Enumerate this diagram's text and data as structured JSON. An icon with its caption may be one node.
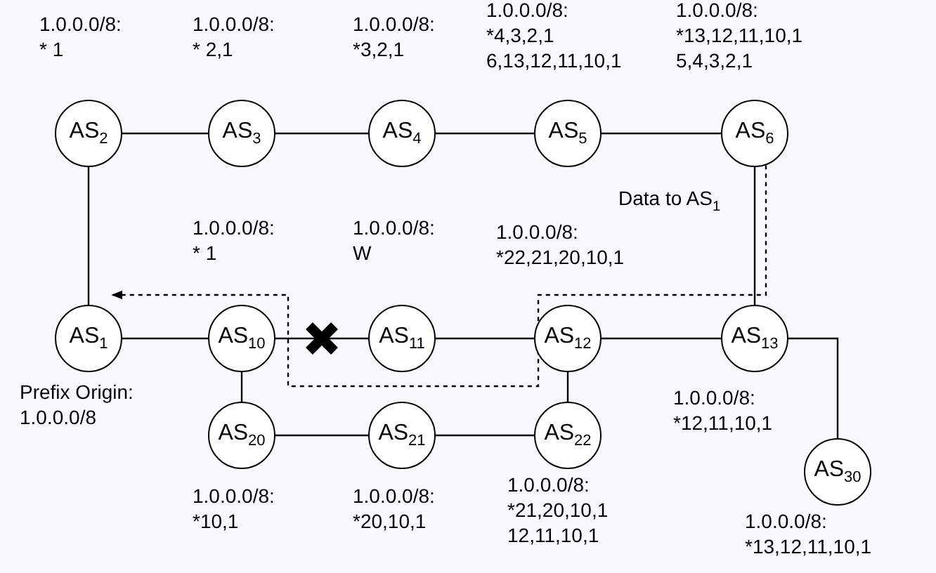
{
  "diagram": {
    "nodes": [
      {
        "text": [
          "AS$_{2}$"
        ],
        "beside": [
          "1.0.0.0/8:",
          "* 1"
        ]
      },
      {
        "text": [
          "AS$_{3}$"
        ],
        "beside": [
          "1.0.0.0/8:",
          "* 2,1"
        ]
      },
      {
        "text": [
          "AS$_{4}$"
        ],
        "beside": [
          "1.0.0.0/8:",
          "*3,2,1"
        ]
      },
      {
        "text": [
          "AS$_{5}$"
        ],
        "beside": [
          "1.0.0.0/8:",
          "*4,3,2,1",
          "6,13,12,11,10,1"
        ]
      },
      {
        "text": [
          "AS$_{6}$"
        ],
        "beside": [
          "1.0.0.0/8:",
          "*13,12,11,10,1",
          "5,4,3,2,1"
        ]
      },
      {
        "text": [
          "AS$_{1}$"
        ],
        "beside": [
          "Prefix Origin:",
          "1.0.0.0/8"
        ]
      },
      {
        "text": [
          "AS$_{10}$"
        ],
        "beside": [
          "1.0.0.0/8:",
          "* 1"
        ]
      },
      {
        "text": [
          "AS$_{11}$"
        ],
        "beside": [
          "1.0.0.0/8:",
          "W"
        ]
      },
      {
        "text": [
          "AS$_{12}$"
        ],
        "beside": [
          "1.0.0.0/8:",
          "*22,21,20,10,1"
        ]
      },
      {
        "text": [
          "AS$_{13}$"
        ],
        "beside": [
          "1.0.0.0/8:",
          "*12,11,10,1"
        ]
      },
      {
        "text": [
          "AS$_{20}$"
        ],
        "beside": [
          "1.0.0.0/8:",
          "*10,1"
        ]
      },
      {
        "text": [
          "AS$_{21}$"
        ],
        "beside": [
          "1.0.0.0/8:",
          "*20,10,1"
        ]
      },
      {
        "text": [
          "AS$_{22}$"
        ],
        "beside": [
          "1.0.0.0/8:",
          "*21,20,10,1",
          "12,11,10,1"
        ]
      },
      {
        "text": [
          "AS$_{30}$"
        ],
        "beside": [
          "1.0.0.0/8:",
          "*13,12,11,10,1"
        ]
      }
    ],
    "edges": [
      {
        "from": 0,
        "to": 1,
        "arrow": "none"
      },
      {
        "from": 1,
        "to": 2,
        "arrow": "none"
      },
      {
        "from": 2,
        "to": 3,
        "arrow": "none"
      },
      {
        "from": 3,
        "to": 4,
        "arrow": "none"
      },
      {
        "from": 0,
        "to": 5,
        "arrow": "none"
      },
      {
        "from": 4,
        "to": 9,
        "arrow": "none"
      },
      {
        "from": 5,
        "to": 6,
        "arrow": "none"
      },
      {
        "from": 6,
        "to": 7,
        "arrow": "none"
      },
      {
        "from": 7,
        "to": 8,
        "arrow": "none"
      },
      {
        "from": 8,
        "to": 9,
        "arrow": "none"
      },
      {
        "from": 9,
        "to": 13,
        "arrow": "none"
      },
      {
        "from": 6,
        "to": 10,
        "arrow": "none"
      },
      {
        "from": 8,
        "to": 12,
        "arrow": "none"
      },
      {
        "from": 10,
        "to": 11,
        "arrow": "none"
      },
      {
        "from": 11,
        "to": 12,
        "arrow": "none"
      },
      {
        "from": 4,
        "to": 5,
        "arrow": "to",
        "style": "dashed",
        "label": "Data to AS$_{1}$"
      }
    ]
  }
}
